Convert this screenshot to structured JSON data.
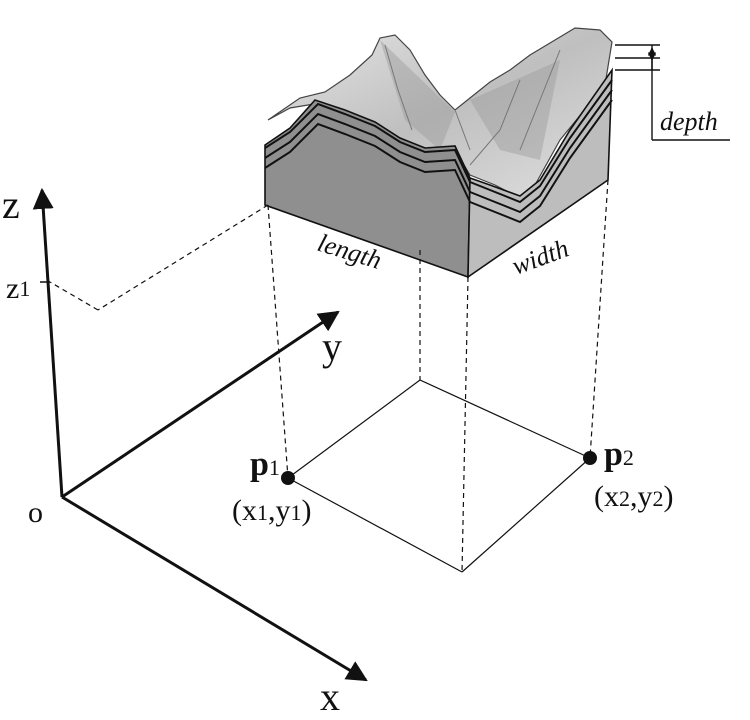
{
  "axes": {
    "origin": "o",
    "x": "x",
    "y": "y",
    "z": "z",
    "z_tick": {
      "letter": "z",
      "sub": "1"
    }
  },
  "points": {
    "p1": {
      "letter": "p",
      "sub": "1",
      "coord_open": "(x",
      "coord_sub1": "1",
      "coord_mid": ",y",
      "coord_sub2": "1",
      "coord_close": ")"
    },
    "p2": {
      "letter": "p",
      "sub": "2",
      "coord_open": "(x",
      "coord_sub1": "2",
      "coord_mid": ",y",
      "coord_sub2": "2",
      "coord_close": ")"
    }
  },
  "block": {
    "length_label": "length",
    "width_label": "width",
    "depth_label": "depth"
  },
  "colors": {
    "front_face": "#8f8f8f",
    "side_face": "#bdbdbd",
    "surface": "#d2d2d2",
    "line": "#111111"
  }
}
